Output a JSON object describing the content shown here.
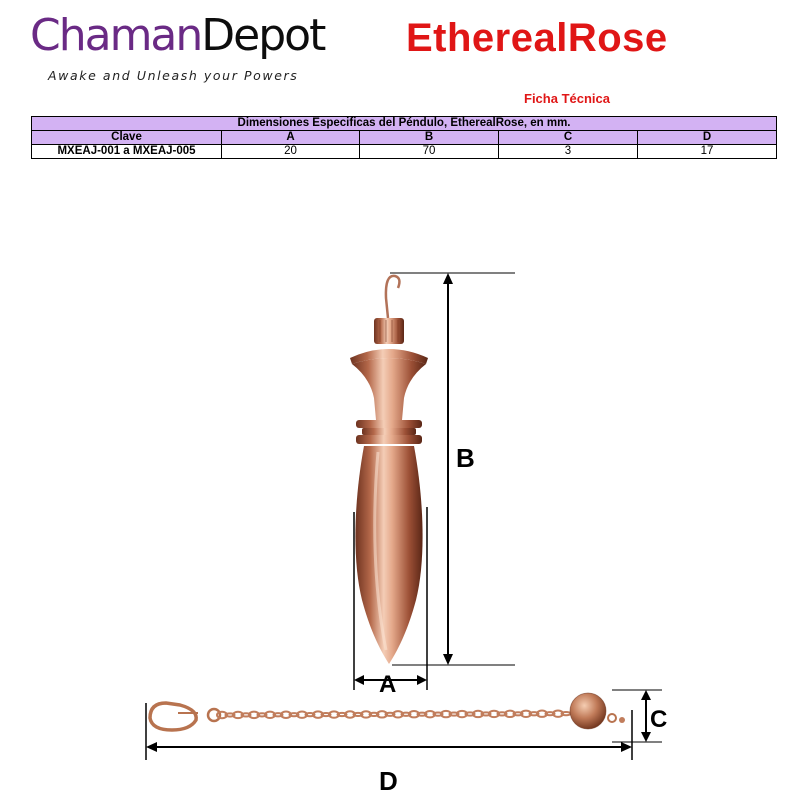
{
  "logo": {
    "part1": "Chaman",
    "part2": "Depot",
    "tagline": "Awake and Unleash your Powers"
  },
  "brand": "EtherealRose",
  "sheet_title": "Ficha Técnica",
  "table": {
    "caption": "Dimensiones Especificas del Péndulo, EtherealRose, en mm.",
    "headers": [
      "Clave",
      "A",
      "B",
      "C",
      "D"
    ],
    "row": [
      "MXEAJ-001 a  MXEAJ-005",
      "20",
      "70",
      "3",
      "17"
    ]
  },
  "diagram": {
    "labels": {
      "a": "A",
      "b": "B",
      "c": "C",
      "d": "D"
    }
  },
  "colors": {
    "logo_purple": "#6a2a85",
    "brand_red": "#e01616",
    "table_header": "#d3b2f3",
    "rose_gold": "#c98a6a"
  }
}
